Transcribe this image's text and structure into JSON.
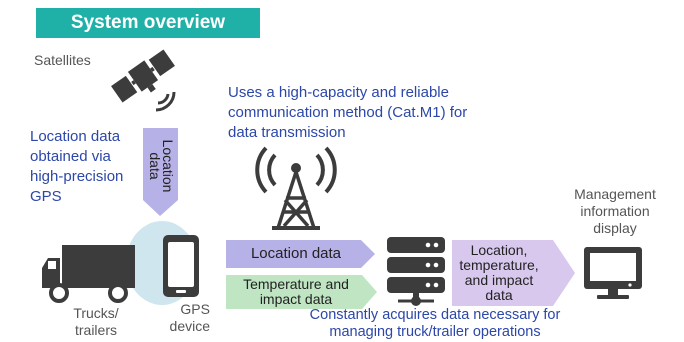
{
  "title": "System overview",
  "labels": {
    "satellites": "Satellites",
    "location_gps": "Location data\nobtained via\nhigh-precision\nGPS",
    "location_vertical": "Location\ndata",
    "comm_method": "Uses a high-capacity and reliable\ncommunication method (Cat.M1) for\ndata transmission",
    "trucks": "Trucks/\ntrailers",
    "gps_device": "GPS\ndevice",
    "location_data": "Location data",
    "temp_impact": "Temperature and\nimpact data",
    "combined": "Location,\ntemperature,\nand impact\ndata",
    "management": "Management\ninformation\ndisplay",
    "acquires": "Constantly acquires data necessary for\nmanaging truck/trailer operations"
  },
  "colors": {
    "accent": "#1fb0a7",
    "text_blue": "#2c47a8",
    "icon_dark": "#3c3c3c",
    "arrow_purple": "#b6b1e6",
    "arrow_green": "#bfe5c3",
    "arrow_lavender": "#d9c8ee",
    "halo_blue": "#cfe6ef"
  },
  "icons": [
    "satellite-icon",
    "antenna-tower-icon",
    "truck-icon",
    "smartphone-icon",
    "server-icon",
    "monitor-icon"
  ]
}
